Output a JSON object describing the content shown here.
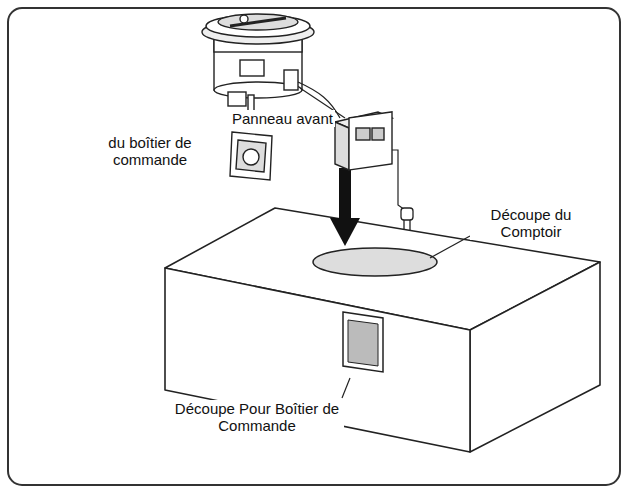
{
  "diagram": {
    "labels": [
      "Panneau avant",
      "du boîtier de commande",
      "Découpe du Comptoir",
      "Découpe Pour Boîtier de Commande"
    ]
  }
}
